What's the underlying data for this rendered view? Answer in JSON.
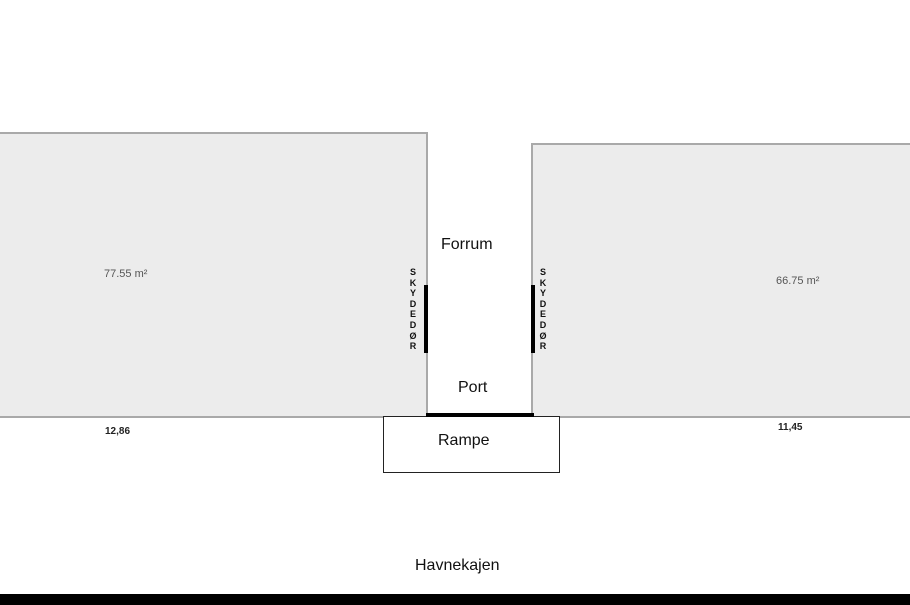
{
  "rooms": {
    "left": {
      "area": "77.55 m²",
      "width_label": "12,86"
    },
    "right": {
      "area": "66.75 m²",
      "width_label": "11,45"
    }
  },
  "labels": {
    "forrum": "Forrum",
    "port": "Port",
    "rampe": "Rampe",
    "havnekajen": "Havnekajen"
  },
  "doors": {
    "left": "SKYDEDØR",
    "right": "SKYDEDØR"
  }
}
